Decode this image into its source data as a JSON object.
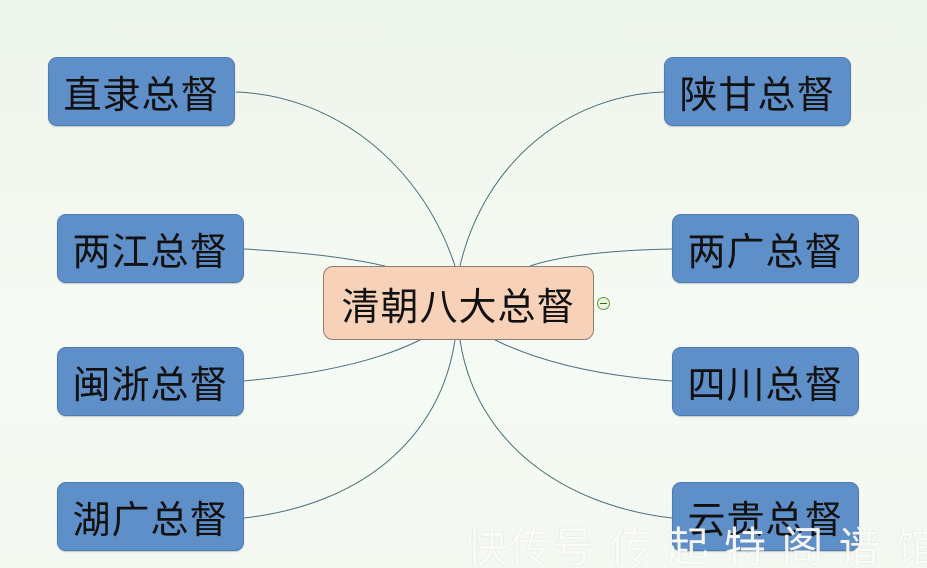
{
  "diagram": {
    "center": {
      "label": "清朝八大总督"
    },
    "left": [
      {
        "label": "直隶总督"
      },
      {
        "label": "两江总督"
      },
      {
        "label": "闽浙总督"
      },
      {
        "label": "湖广总督"
      }
    ],
    "right": [
      {
        "label": "陕甘总督"
      },
      {
        "label": "两广总督"
      },
      {
        "label": "四川总督"
      },
      {
        "label": "云贵总督"
      }
    ]
  },
  "watermark": {
    "text": "快传号 传 起 特 阁 谱 馆 带 澄"
  },
  "colors": {
    "node_fill": "#5f8fc8",
    "center_fill": "#f8d2b8",
    "line": "#4a6f7c",
    "background": "#f2f8f0"
  }
}
